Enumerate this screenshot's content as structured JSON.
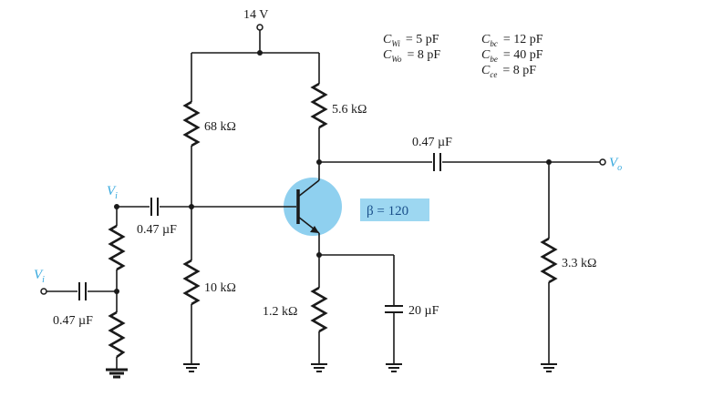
{
  "supply": {
    "label": "14 V"
  },
  "resistors": {
    "r_top": "68 kΩ",
    "r_collector": "5.6 kΩ",
    "r_bottom": "10 kΩ",
    "r_emitter": "1.2 kΩ",
    "r_load": "3.3 kΩ"
  },
  "capacitors": {
    "c_input": "0.47 µF",
    "c_input_2": "0.47 µF",
    "c_output": "0.47 µF",
    "c_emitter": "20 µF"
  },
  "transistor": {
    "beta": "β = 120"
  },
  "nodes": {
    "vi": "V",
    "vi_sub": "i",
    "vi2": "V",
    "vi2_sub": "i",
    "vo": "V",
    "vo_sub": "o"
  },
  "specs": {
    "cwi": {
      "name": "C",
      "sub": "Wi",
      "value": "= 5 pF"
    },
    "cwo": {
      "name": "C",
      "sub": "Wo",
      "value": "= 8 pF"
    },
    "cbc": {
      "name": "C",
      "sub": "bc",
      "value": "= 12 pF"
    },
    "cbe": {
      "name": "C",
      "sub": "be",
      "value": "= 40 pF"
    },
    "cce": {
      "name": "C",
      "sub": "ce",
      "value": "= 8 pF"
    }
  },
  "colors": {
    "wire": "#1a1a1a",
    "node_label": "#33a7dd",
    "transistor_highlight": "#8fd0ef",
    "beta_box": "#9dd7f1",
    "beta_text": "#1a4f8a"
  }
}
